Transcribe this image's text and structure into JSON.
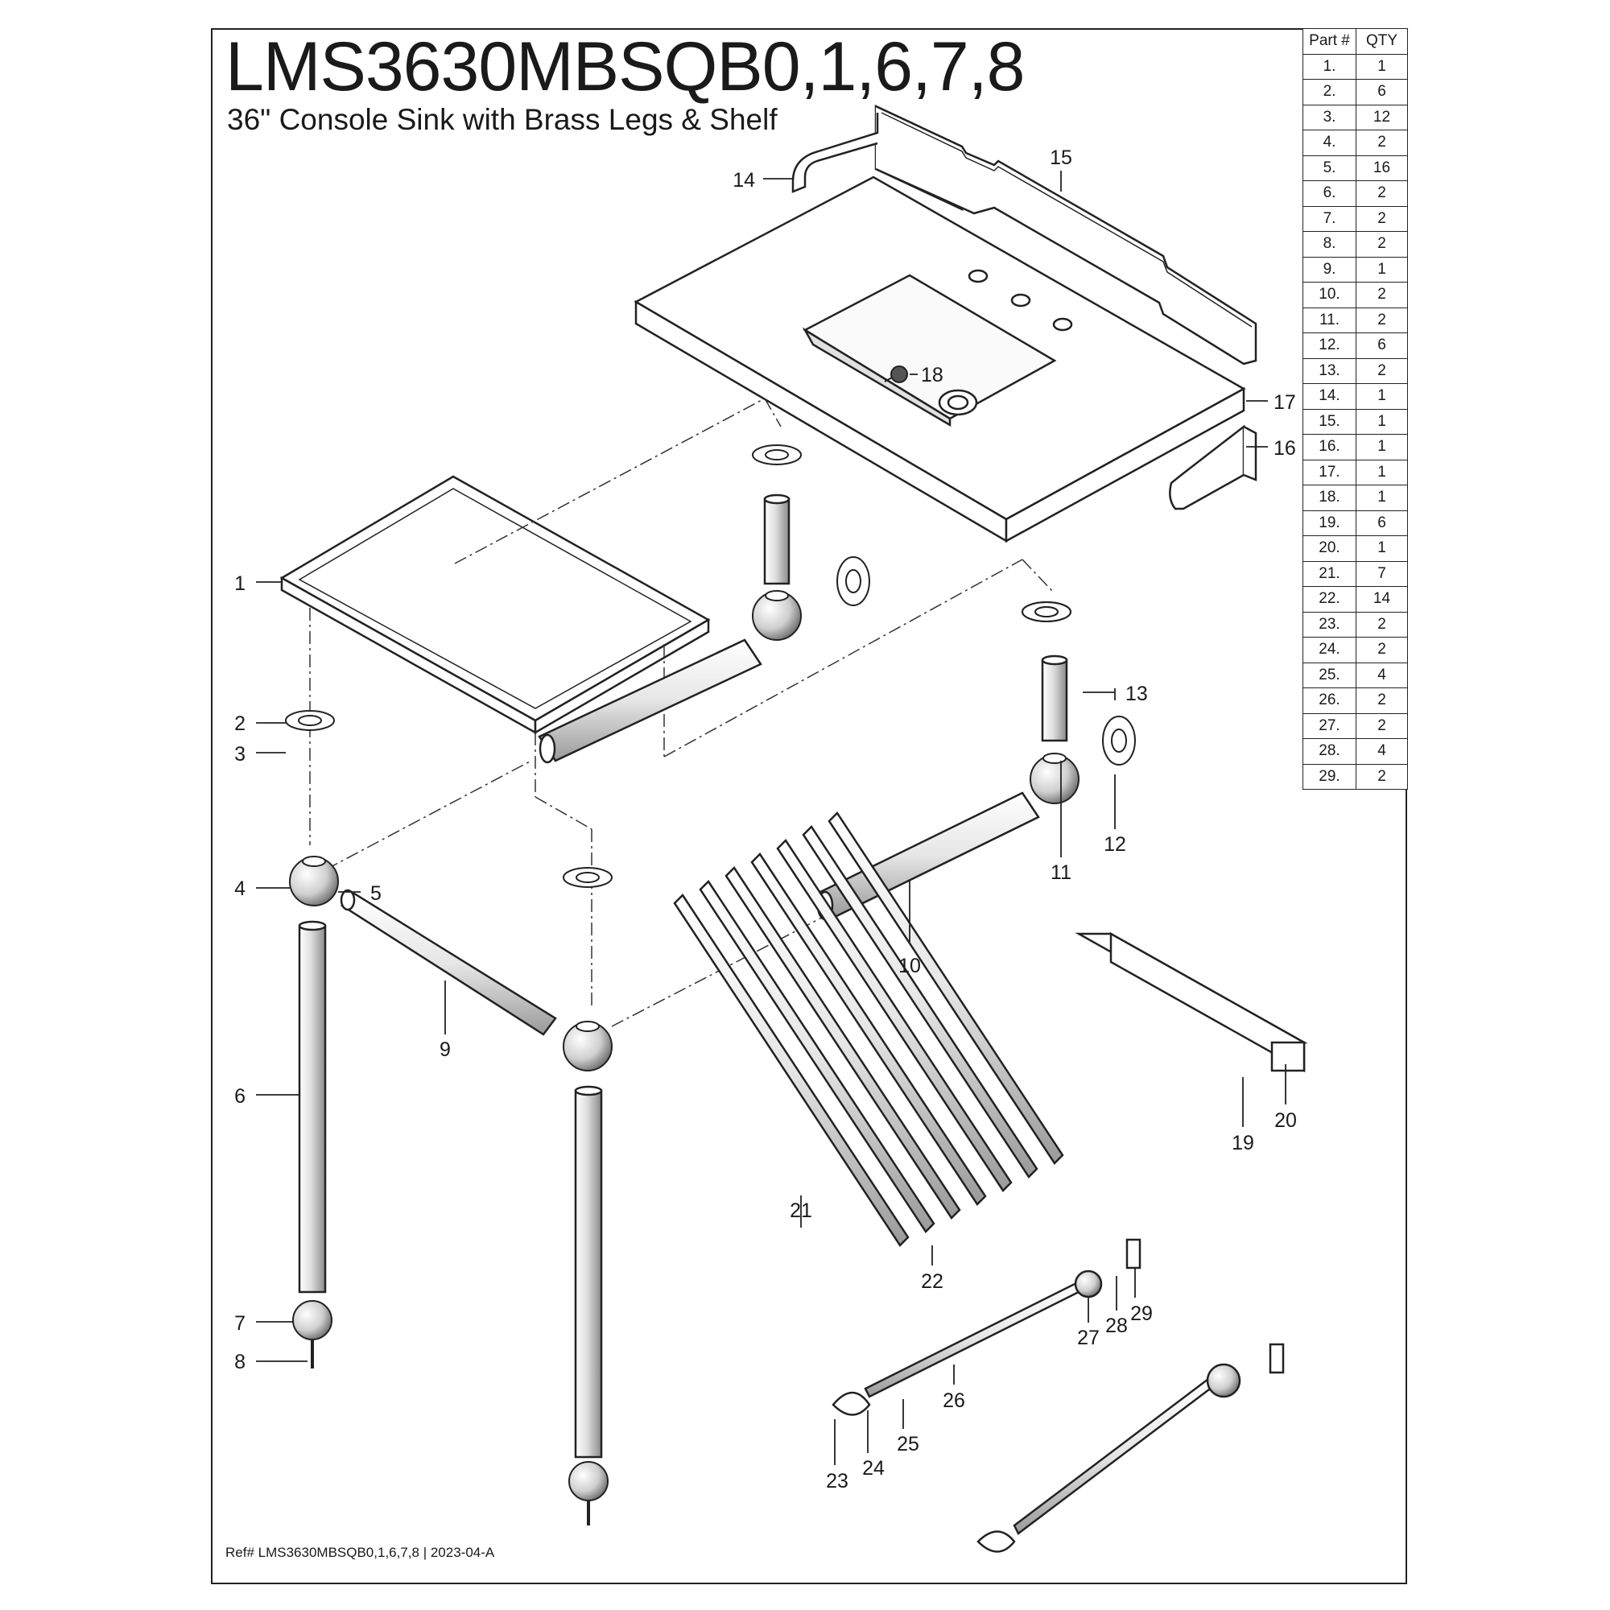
{
  "header": {
    "model": "LMS3630MBSQB0,1,6,7,8",
    "description": "36\" Console Sink with Brass Legs & Shelf"
  },
  "footer": {
    "ref": "Ref# LMS3630MBSQB0,1,6,7,8 | 2023-04-A"
  },
  "parts_table": {
    "headers": [
      "Part #",
      "QTY"
    ],
    "rows": [
      [
        "1.",
        "1"
      ],
      [
        "2.",
        "6"
      ],
      [
        "3.",
        "12"
      ],
      [
        "4.",
        "2"
      ],
      [
        "5.",
        "16"
      ],
      [
        "6.",
        "2"
      ],
      [
        "7.",
        "2"
      ],
      [
        "8.",
        "2"
      ],
      [
        "9.",
        "1"
      ],
      [
        "10.",
        "2"
      ],
      [
        "11.",
        "2"
      ],
      [
        "12.",
        "6"
      ],
      [
        "13.",
        "2"
      ],
      [
        "14.",
        "1"
      ],
      [
        "15.",
        "1"
      ],
      [
        "16.",
        "1"
      ],
      [
        "17.",
        "1"
      ],
      [
        "18.",
        "1"
      ],
      [
        "19.",
        "6"
      ],
      [
        "20.",
        "1"
      ],
      [
        "21.",
        "7"
      ],
      [
        "22.",
        "14"
      ],
      [
        "23.",
        "2"
      ],
      [
        "24.",
        "2"
      ],
      [
        "25.",
        "4"
      ],
      [
        "26.",
        "2"
      ],
      [
        "27.",
        "2"
      ],
      [
        "28.",
        "4"
      ],
      [
        "29.",
        "2"
      ]
    ]
  },
  "callouts": [
    "1",
    "2",
    "3",
    "4",
    "5",
    "6",
    "7",
    "8",
    "9",
    "10",
    "11",
    "12",
    "13",
    "14",
    "15",
    "16",
    "17",
    "18",
    "19",
    "20",
    "21",
    "22",
    "23",
    "24",
    "25",
    "26",
    "27",
    "28",
    "29"
  ]
}
